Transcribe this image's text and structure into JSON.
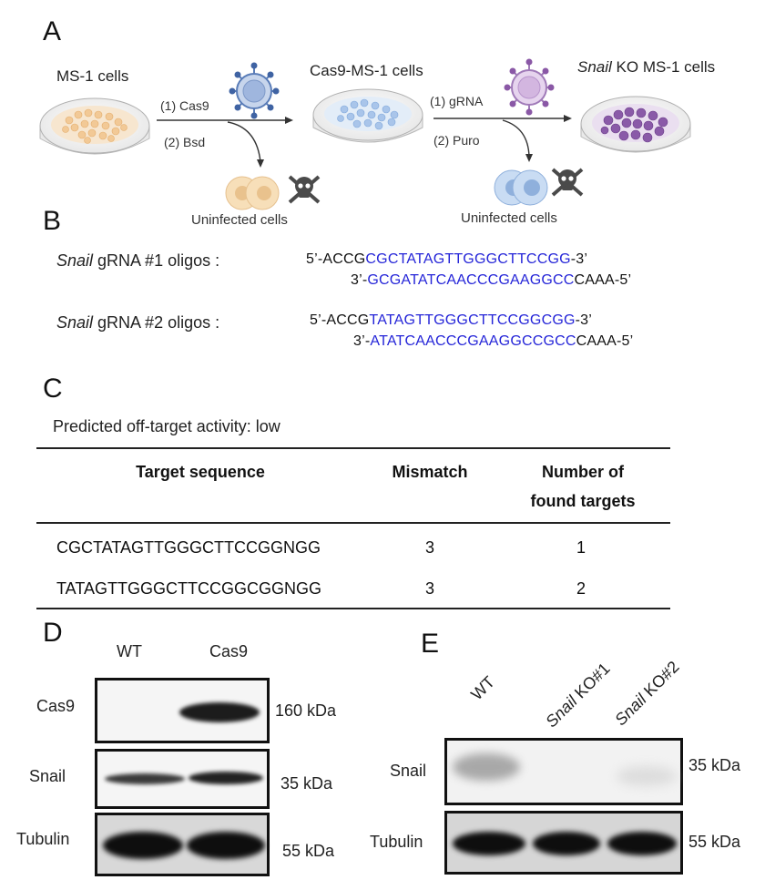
{
  "panelA": {
    "letter": "A",
    "ms1_label": "MS-1 cells",
    "cas9ms1_label": "Cas9-MS-1 cells",
    "ko_label_italic": "Snail",
    "ko_label_rest": " KO MS-1 cells",
    "step1_a": "(1) Cas9",
    "step2_a": "(2) Bsd",
    "step1_b": "(1) gRNA",
    "step2_b": "(2) Puro",
    "uninfected_1": "Uninfected cells",
    "uninfected_2": "Uninfected cells"
  },
  "panelB": {
    "letter": "B",
    "g1_label_italic": "Snail",
    "g1_label_rest": " gRNA #1 oligos :",
    "g1_top_pre": "5’-ACCG",
    "g1_top_blue": "CGCTATAGTTGGGCTTCCGG",
    "g1_top_post": "-3’",
    "g1_bot_pre": "3’-",
    "g1_bot_blue": "GCGATATCAACCCGAAGGCC",
    "g1_bot_post": "CAAA-5’",
    "g2_label_italic": "Snail",
    "g2_label_rest": " gRNA #2 oligos :",
    "g2_top_pre": "5’-ACCG",
    "g2_top_blue": "TATAGTTGGGCTTCCGGCGG",
    "g2_top_post": "-3’",
    "g2_bot_pre": "3’-",
    "g2_bot_blue": "ATATCAACCCGAAGGCCGCC",
    "g2_bot_post": "CAAA-5’"
  },
  "panelC": {
    "letter": "C",
    "subtitle": "Predicted off-target activity: low",
    "headers": {
      "target": "Target sequence",
      "mismatch": "Mismatch",
      "found_l1": "Number of",
      "found_l2": "found targets"
    },
    "rows": [
      {
        "seq": "CGCTATAGTTGGGCTTCCGGNGG",
        "mismatch": "3",
        "found": "1"
      },
      {
        "seq": "TATAGTTGGGCTTCCGGCGGNGG",
        "mismatch": "3",
        "found": "2"
      }
    ]
  },
  "panelD": {
    "letter": "D",
    "lanes": [
      "WT",
      "Cas9"
    ],
    "rows": [
      {
        "label": "Cas9",
        "kda": "160 kDa"
      },
      {
        "label": "Snail",
        "kda": "35 kDa"
      },
      {
        "label": "Tubulin",
        "kda": "55 kDa"
      }
    ]
  },
  "panelE": {
    "letter": "E",
    "lane_wt": "WT",
    "lane_ko1_italic": "Snail",
    "lane_ko1_rest": " KO#1",
    "lane_ko2_italic": "Snail",
    "lane_ko2_rest": " KO#2",
    "rows": [
      {
        "label": "Snail",
        "kda": "35 kDa"
      },
      {
        "label": "Tubulin",
        "kda": "55 kDa"
      }
    ]
  }
}
